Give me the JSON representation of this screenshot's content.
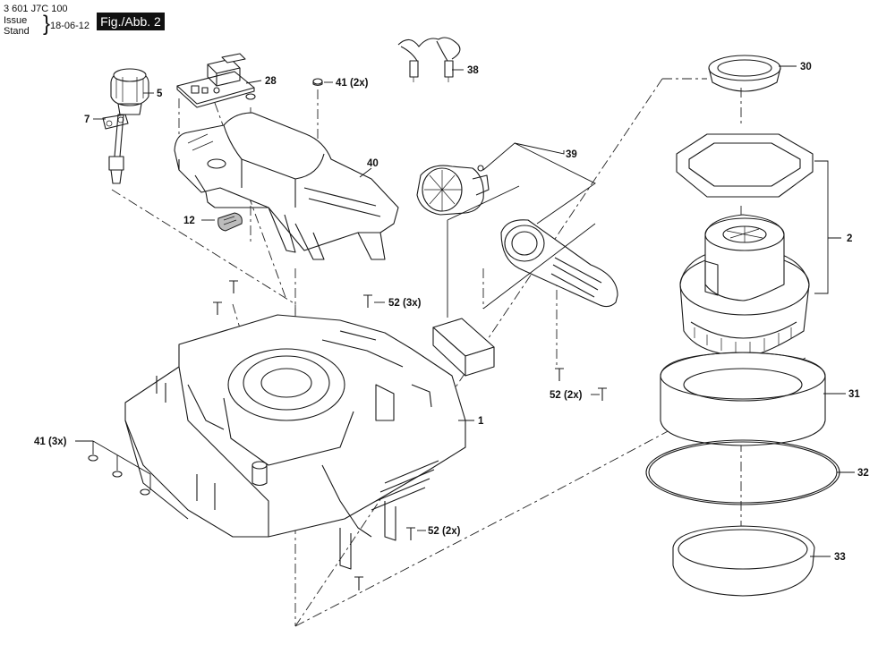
{
  "header": {
    "code": "3 601 J7C 100",
    "issue_label": "Issue",
    "stand_label": "Stand",
    "date": "18-06-12",
    "figure": "Fig./Abb. 2"
  },
  "parts": {
    "p1": "1",
    "p2": "2",
    "p5": "5",
    "p7": "7",
    "p12": "12",
    "p28": "28",
    "p30": "30",
    "p31": "31",
    "p32": "32",
    "p33": "33",
    "p38": "38",
    "p39": "39",
    "p40": "40",
    "p41_top": "41 (2x)",
    "p41_left": "41 (3x)",
    "p52_top": "52 (3x)",
    "p52_right": "52 (2x)",
    "p52_bottom": "52 (2x)"
  }
}
